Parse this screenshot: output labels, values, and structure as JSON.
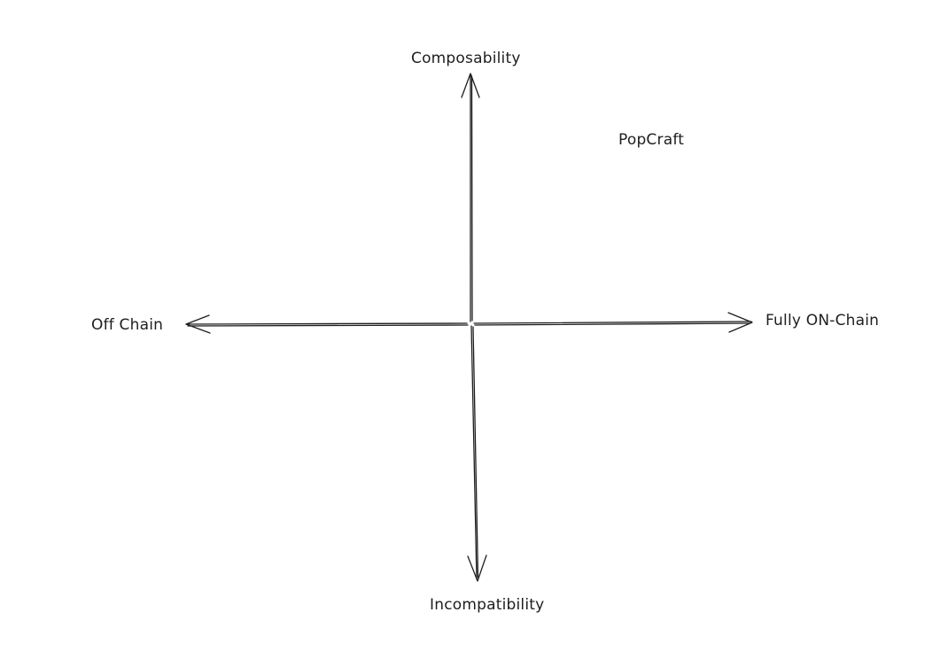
{
  "diagram": {
    "axis_labels": {
      "top": "Composability",
      "bottom": "Incompatibility",
      "left": "Off Chain",
      "right": "Fully ON-Chain"
    },
    "points": [
      {
        "label": "PopCraft"
      }
    ],
    "colors": {
      "stroke": "#1e1e1e",
      "background": "#ffffff"
    }
  }
}
